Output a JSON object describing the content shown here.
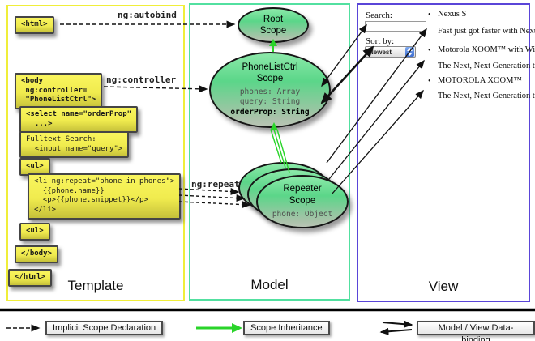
{
  "template_panel": {
    "title": "Template",
    "boxes": {
      "html_open": "<html>",
      "body_open": "<body\n ng:controller=\n \"PhoneListCtrl\">",
      "select": "<select name=\"orderProp\"\n  ...>",
      "fulltext": "Fulltext Search:\n  <input name=\"query\">",
      "ul_open": "<ul>",
      "li_repeat": "<li ng:repeat=\"phone in phones\">\n  {{phone.name}}\n  <p>{{phone.snippet}}</p>\n</li>",
      "ul_close": "<ul>",
      "body_close": "</body>",
      "html_close": "</html>"
    }
  },
  "labels": {
    "ng_autobind": "ng:autobind",
    "ng_controller": "ng:controller",
    "ng_repeat": "ng:repeat"
  },
  "model_panel": {
    "title": "Model",
    "root_scope_title": "Root\nScope",
    "phonelist_scope": {
      "title": "PhoneListCtrl\nScope",
      "prop_phones": "phones: Array",
      "prop_query": "query: String",
      "prop_orderprop": "orderProp: String"
    },
    "repeater_scope": {
      "title": "Repeater\nScope",
      "prop_phone": "phone: Object"
    }
  },
  "view_panel": {
    "title": "View",
    "search_label": "Search:",
    "sort_label": "Sort by:",
    "sort_value": "Newest",
    "bullet": "•",
    "items": [
      {
        "name": "Nexus S",
        "snippet": "Fast just got faster with Nexus S."
      },
      {
        "name": "Motorola XOOM™ with Wi-Fi",
        "snippet": "The Next, Next Generation tablet."
      },
      {
        "name": "MOTOROLA XOOM™",
        "snippet": "The Next, Next Generation tablet."
      }
    ]
  },
  "legend": {
    "implicit": "Implicit Scope Declaration",
    "inheritance": "Scope Inheritance",
    "binding": "Model / View Data-binding"
  },
  "colors": {
    "template_border": "#f0ee3a",
    "model_border": "#52e0a0",
    "view_border": "#5a45d8",
    "code_box_fill": "#f0eb4e",
    "scope_fill": "#5bd689",
    "inheritance_arrow": "#2ad42a"
  }
}
